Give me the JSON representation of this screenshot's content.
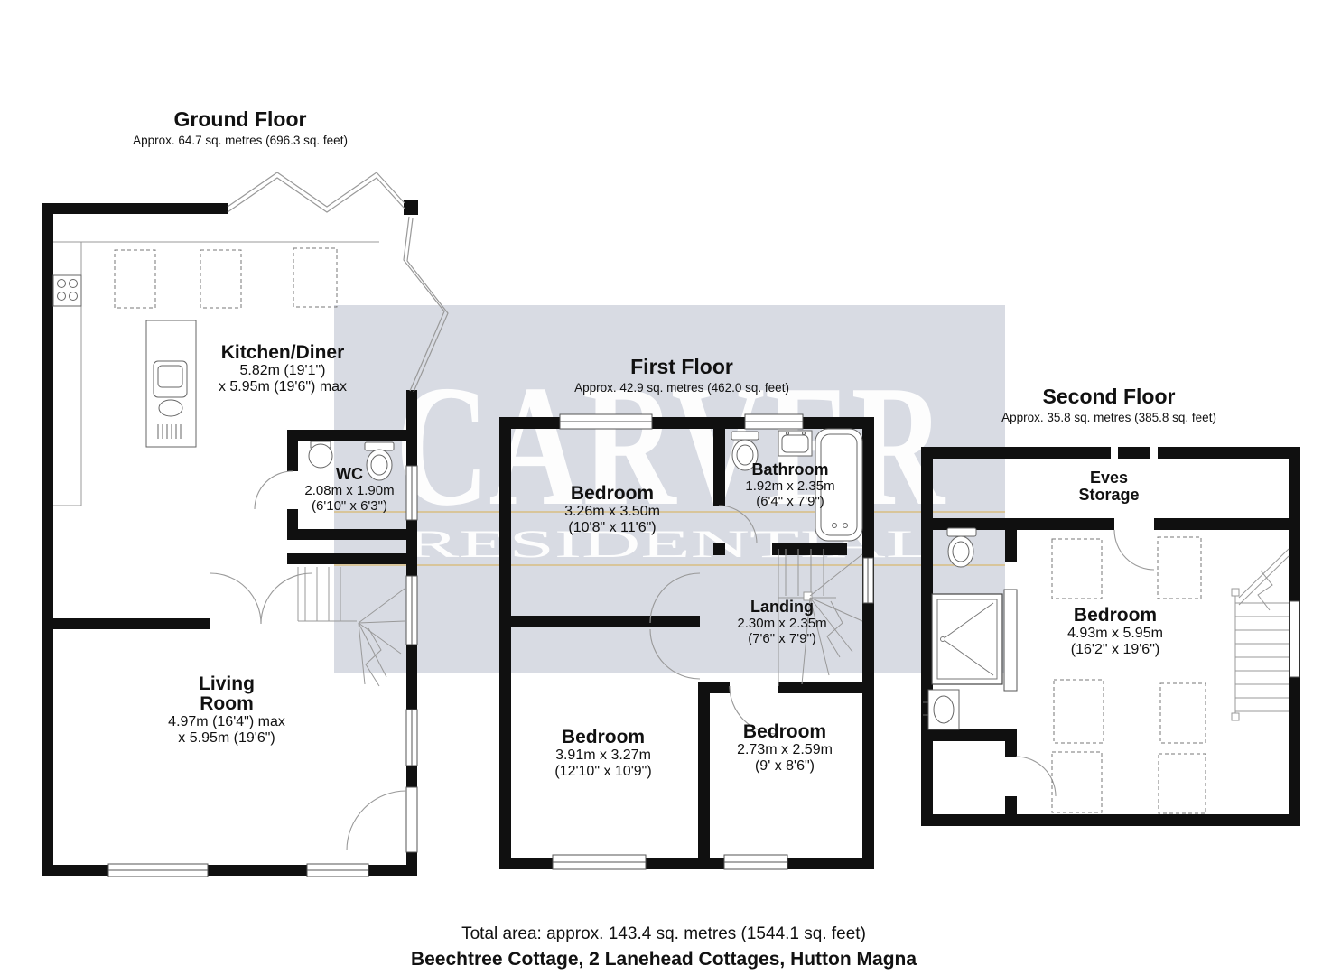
{
  "watermark": {
    "brand_top": "CARVER",
    "brand_bottom": "RESIDENTIAL"
  },
  "ground_floor": {
    "title": "Ground Floor",
    "area": "Approx. 64.7 sq. metres (696.3 sq. feet)",
    "kitchen": {
      "name": "Kitchen/Diner",
      "dim1": "5.82m (19'1\")",
      "dim2": "x 5.95m (19'6\") max"
    },
    "wc": {
      "name": "WC",
      "dim1": "2.08m x 1.90m",
      "dim2": "(6'10\" x 6'3\")"
    },
    "living": {
      "name1": "Living",
      "name2": "Room",
      "dim1": "4.97m (16'4\") max",
      "dim2": "x 5.95m (19'6\")"
    }
  },
  "first_floor": {
    "title": "First Floor",
    "area": "Approx. 42.9 sq. metres (462.0 sq. feet)",
    "bedroom1": {
      "name": "Bedroom",
      "dim1": "3.26m x 3.50m",
      "dim2": "(10'8\" x 11'6\")"
    },
    "bathroom": {
      "name": "Bathroom",
      "dim1": "1.92m x 2.35m",
      "dim2": "(6'4\" x 7'9\")"
    },
    "landing": {
      "name": "Landing",
      "dim1": "2.30m x 2.35m",
      "dim2": "(7'6\" x 7'9\")"
    },
    "bedroom2": {
      "name": "Bedroom",
      "dim1": "3.91m x 3.27m",
      "dim2": "(12'10\" x 10'9\")"
    },
    "bedroom3": {
      "name": "Bedroom",
      "dim1": "2.73m x 2.59m",
      "dim2": "(9' x 8'6\")"
    }
  },
  "second_floor": {
    "title": "Second Floor",
    "area": "Approx. 35.8 sq. metres (385.8 sq. feet)",
    "eves": {
      "name1": "Eves",
      "name2": "Storage"
    },
    "bedroom": {
      "name": "Bedroom",
      "dim1": "4.93m x 5.95m",
      "dim2": "(16'2\" x 19'6\")"
    }
  },
  "footer": {
    "total_area": "Total area: approx. 143.4 sq. metres (1544.1 sq. feet)",
    "address": "Beechtree Cottage, 2 Lanehead Cottages, Hutton Magna"
  },
  "colors": {
    "wall": "#101010",
    "watermark_panel": "#d8dbe3",
    "watermark_accent": "#d8c59a",
    "line": "#888888"
  }
}
